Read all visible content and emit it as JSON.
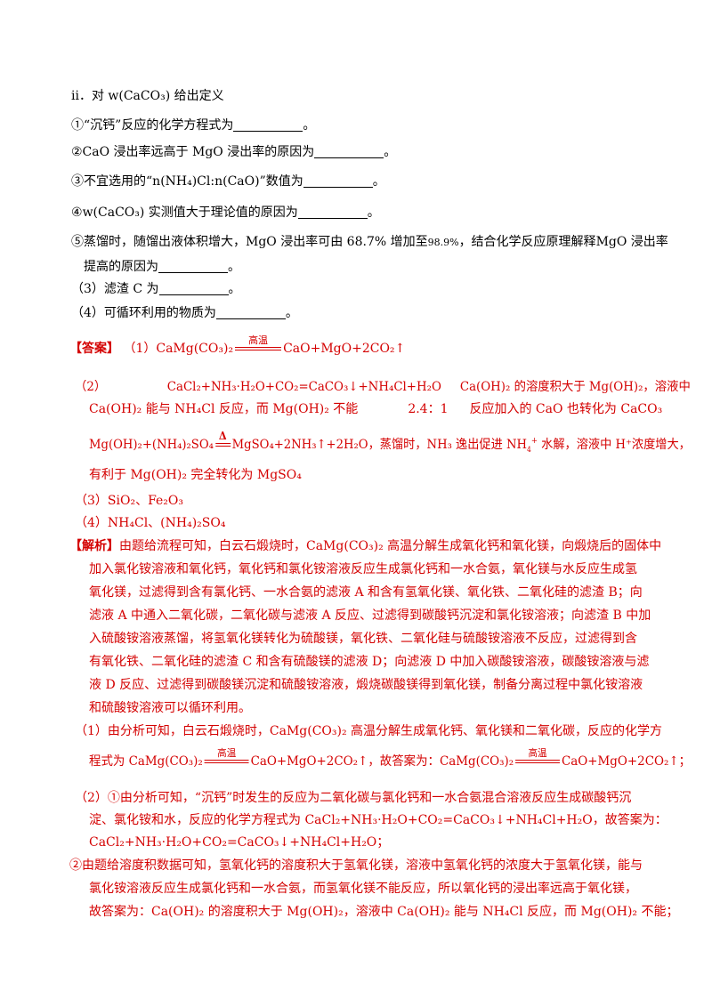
{
  "questions": {
    "def_line": "ii．对 w(CaCO₃) 给出定义",
    "q1": "①“沉钙”反应的化学方程式为",
    "q2a": "②CaO 浸出率远高于",
    "q2b": "MgO 浸出率的原因为",
    "q3a": "③不宜选用的“",
    "q3b": "n(NH₄)Cl:n(CaO)",
    "q3c": "”数值为",
    "q4a": "④",
    "q4b": "w(CaCO₃)",
    "q4c": "实测值大于理论值的原因为",
    "q5a": "⑤蒸馏时，随馏出液体积增大，",
    "q5b": "MgO",
    "q5c": "浸出率可由 68.7% 增加至",
    "q5d": "98.9%",
    "q5e": "，结合化学反应原理解释",
    "q5f": "MgO",
    "q5g": "浸出率",
    "q5h": "提高的原因为",
    "q6": "（3）滤渣 C 为",
    "q7": "（4）可循环利用的物质为",
    "period": "。"
  },
  "answer": {
    "tag": "【答案】",
    "a1_prefix": "（1）CaMg(CO₃)₂",
    "a1_cond": "高温",
    "a1_suffix": "CaO+MgO+2CO₂↑",
    "a2_num": "（2）",
    "a2_eq": "CaCl₂+NH₃·H₂O+CO₂=CaCO₃↓+NH₄Cl+H₂O",
    "a2_reason1": "Ca(OH)₂ 的溶度积大于 Mg(OH)₂，溶液中",
    "a2_reason2": "Ca(OH)₂ 能与 NH₄Cl 反应，而 Mg(OH)₂ 不能",
    "a2_ratio": "2.4：1",
    "a2_reason3": "反应加入的 CaO 也转化为 CaCO₃",
    "a2_eq2_left": "Mg(OH)₂+(NH₄)₂SO₄",
    "a2_eq2_cond": "Δ",
    "a2_eq2_right": "MgSO₄+2NH₃↑+2H₂O，蒸馏时，NH₃ 逸出促进 NH",
    "a2_eq2_tail": "水解，溶液中 H⁺浓度增大，",
    "a2_last": "有利于 Mg(OH)₂ 完全转化为 MgSO₄",
    "a3": "（3）SiO₂、Fe₂O₃",
    "a4": "（4）NH₄Cl、(NH₄)₂SO₄"
  },
  "analysis": {
    "tag": "【解析】",
    "p1": [
      "由题给流程可知，白云石煅烧时，CaMg(CO₃)₂ 高温分解生成氧化钙和氧化镁，向煅烧后的固体中",
      "加入氯化铵溶液和氧化钙，氧化钙和氯化铵溶液反应生成氯化钙和一水合氨，氧化镁与水反应生成氢",
      "氧化镁，过滤得到含有氯化钙、一水合氨的滤液 A 和含有氢氧化镁、氧化铁、二氧化硅的滤渣 B；向",
      "滤液 A 中通入二氧化碳，二氧化碳与滤液 A 反应、过滤得到碳酸钙沉淀和氯化铵溶液；向滤渣 B 中加",
      "入硫酸铵溶液蒸馏，将氢氧化镁转化为硫酸镁，氧化铁、二氧化硅与硫酸铵溶液不反应，过滤得到含",
      "有氧化铁、二氧化硅的滤渣 C 和含有硫酸镁的滤液 D；向滤液 D 中加入碳酸铵溶液，碳酸铵溶液与滤",
      "液 D 反应、过滤得到碳酸镁沉淀和硫酸铵溶液，煅烧碳酸镁得到氧化镁，制备分离过程中氯化铵溶液",
      "和硫酸铵溶液可以循环利用。"
    ],
    "p2a": "（1）由分析可知，白云石煅烧时，CaMg(CO₃)₂ 高温分解生成氧化钙、氧化镁和二氧化碳，反应的化学方",
    "p2b_prefix": "程式为 CaMg(CO₃)₂",
    "p2b_cond": "高温",
    "p2b_mid": "CaO+MgO+2CO₂↑，故答案为：CaMg(CO₃)₂",
    "p2b_cond2": "高温",
    "p2b_suffix": "CaO+MgO+2CO₂↑；",
    "p3": [
      "（2）①由分析可知，“沉钙”时发生的反应为二氧化碳与氯化钙和一水合氨混合溶液反应生成碳酸钙沉",
      "淀、氯化铵和水，反应的化学方程式为 CaCl₂+NH₃·H₂O+CO₂=CaCO₃↓+NH₄Cl+H₂O，故答案为：",
      "CaCl₂+NH₃·H₂O+CO₂=CaCO₃↓+NH₄Cl+H₂O；"
    ],
    "p4": [
      "②由题给溶度积数据可知，氢氧化钙的溶度积大于氢氧化镁，溶液中氢氧化钙的浓度大于氢氧化镁，能与",
      "氯化铵溶液反应生成氯化钙和一水合氨，而氢氧化镁不能反应，所以氧化钙的浸出率远高于氧化镁，",
      "故答案为：Ca(OH)₂ 的溶度积大于 Mg(OH)₂，溶液中 Ca(OH)₂ 能与 NH₄Cl 反应，而 Mg(OH)₂ 不能；"
    ]
  }
}
